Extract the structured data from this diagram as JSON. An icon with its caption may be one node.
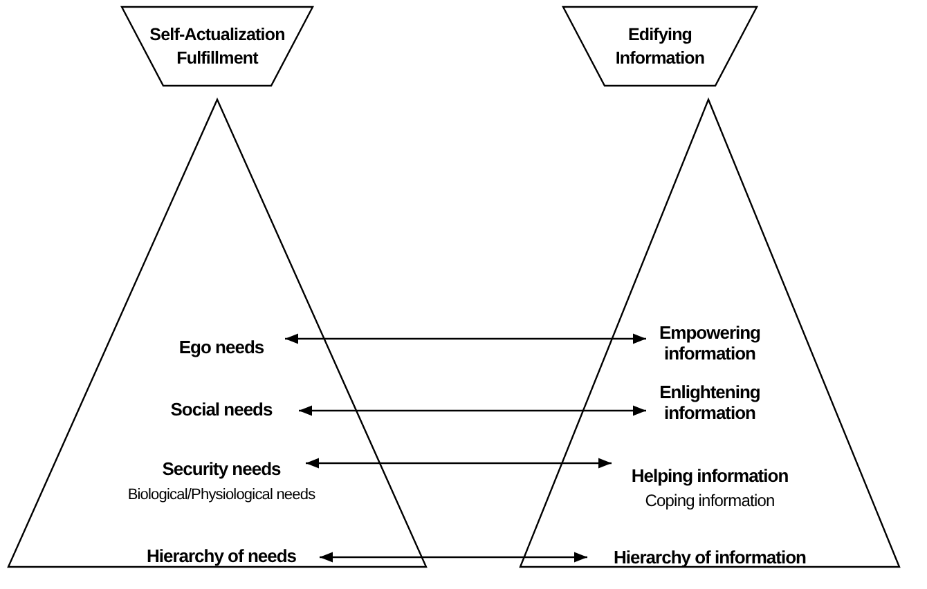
{
  "diagram": {
    "nodes": [
      {
        "text": [
          "Self-Actualization Fulfillment"
        ]
      },
      {
        "text": [],
        "shape": "triangle"
      },
      {
        "text": [
          "Ego needs"
        ],
        "in": 1
      },
      {
        "text": [
          "Social needs"
        ],
        "in": 1
      },
      {
        "text": [
          "Security needs"
        ],
        "in": 1
      },
      {
        "text": [
          "Hierarchy of needs"
        ],
        "in": 1
      },
      {
        "text": [
          "Edifying Information"
        ]
      },
      {
        "text": [],
        "shape": "triangle"
      },
      {
        "text": [
          "Empowering information"
        ],
        "in": 7
      },
      {
        "text": [
          "Enlightening information"
        ],
        "in": 7
      },
      {
        "text": [
          "Helping information"
        ],
        "in": 7
      },
      {
        "text": [
          "Hierarchy of information"
        ],
        "in": 7
      }
    ],
    "edges": [
      {
        "from": 2,
        "to": 8,
        "arrow": "both"
      },
      {
        "from": 3,
        "to": 9,
        "arrow": "both"
      },
      {
        "from": 4,
        "to": 10,
        "arrow": "both"
      },
      {
        "from": 5,
        "to": 11,
        "arrow": "both"
      }
    ],
    "labels": [
      "Biological/Physiological needs",
      "Coping information"
    ]
  }
}
